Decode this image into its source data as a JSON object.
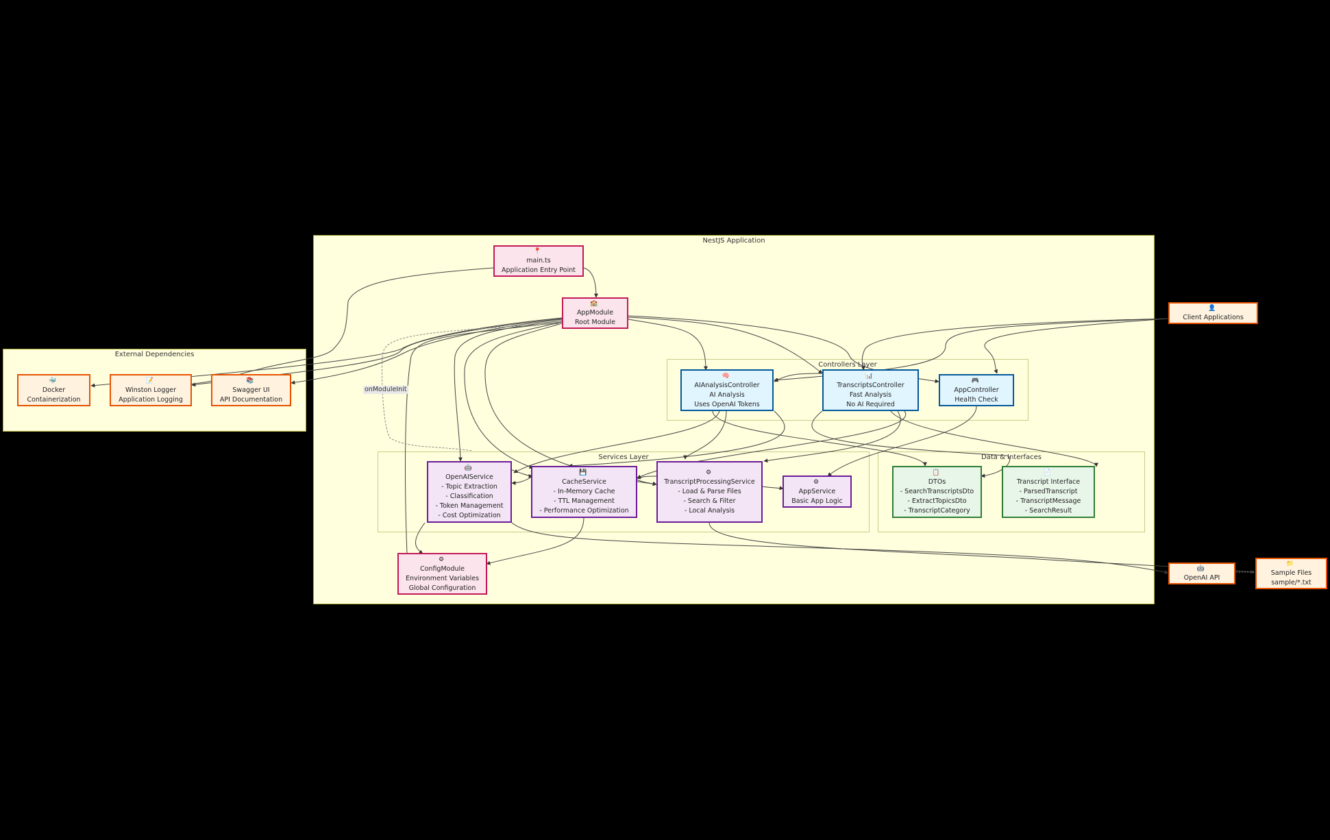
{
  "clusters": {
    "nestjs": "NestJS Application",
    "external": "External Dependencies",
    "controllers": "Controllers Layer",
    "services": "Services Layer",
    "data": "Data & Interfaces"
  },
  "nodes": {
    "main": {
      "icon": "pushpin-icon",
      "glyph": "📍",
      "title": "main.ts",
      "lines": [
        "Application Entry Point"
      ]
    },
    "appmodule": {
      "icon": "building-icon",
      "glyph": "🏫",
      "title": "AppModule",
      "lines": [
        "Root Module"
      ]
    },
    "aiac": {
      "icon": "brain-icon",
      "glyph": "🧠",
      "title": "AIAnalysisController",
      "lines": [
        "AI Analysis",
        "Uses OpenAI Tokens"
      ]
    },
    "tc": {
      "icon": "bar-chart-icon",
      "glyph": "📊",
      "title": "TranscriptsController",
      "lines": [
        "Fast Analysis",
        "No AI Required"
      ]
    },
    "appc": {
      "icon": "gamepad-icon",
      "glyph": "🎮",
      "title": "AppController",
      "lines": [
        "Health Check"
      ]
    },
    "openai": {
      "icon": "robot-icon",
      "glyph": "🤖",
      "title": "OpenAIService",
      "lines": [
        "- Topic Extraction",
        "- Classification",
        "- Token Management",
        "- Cost Optimization"
      ]
    },
    "cache": {
      "icon": "floppy-disk-icon",
      "glyph": "💾",
      "title": "CacheService",
      "lines": [
        "- In-Memory Cache",
        "- TTL Management",
        "- Performance Optimization"
      ]
    },
    "tps": {
      "icon": "gear-icon",
      "glyph": "⚙",
      "title": "",
      "lines": [
        "TranscriptProcessingService",
        "- Load & Parse Files",
        "- Search & Filter",
        "- Local Analysis"
      ]
    },
    "apps": {
      "icon": "gear-icon",
      "glyph": "⚙",
      "title": "AppService",
      "lines": [
        "Basic App Logic"
      ]
    },
    "dtos": {
      "icon": "clipboard-icon",
      "glyph": "📋",
      "title": "DTOs",
      "lines": [
        "- SearchTranscriptsDto",
        "- ExtractTopicsDto",
        "- TranscriptCategory"
      ]
    },
    "ti": {
      "icon": "document-icon",
      "glyph": "📄",
      "title": "Transcript Interface",
      "lines": [
        "- ParsedTranscript",
        "- TranscriptMessage",
        "- SearchResult"
      ]
    },
    "config": {
      "icon": "gear-icon",
      "glyph": "⚙",
      "title": "ConfigModule",
      "lines": [
        "Environment Variables",
        "Global Configuration"
      ]
    },
    "docker": {
      "icon": "whale-icon",
      "glyph": "🐳",
      "title": "Docker",
      "lines": [
        "Containerization"
      ]
    },
    "winston": {
      "icon": "notepad-icon",
      "glyph": "📝",
      "title": "Winston Logger",
      "lines": [
        "Application Logging"
      ]
    },
    "swagger": {
      "icon": "books-icon",
      "glyph": "📚",
      "title": "Swagger UI",
      "lines": [
        "API Documentation"
      ]
    },
    "client": {
      "icon": "user-icon",
      "glyph": "👤",
      "title": "Client Applications",
      "lines": []
    },
    "openaiapi": {
      "icon": "robot-icon",
      "glyph": "🤖",
      "title": "OpenAI API",
      "lines": []
    },
    "samples": {
      "icon": "folder-icon",
      "glyph": "📁",
      "title": "Sample Files",
      "lines": [
        "sample/*.txt"
      ]
    }
  },
  "edge_labels": {
    "on_module_init": "onModuleInit"
  }
}
